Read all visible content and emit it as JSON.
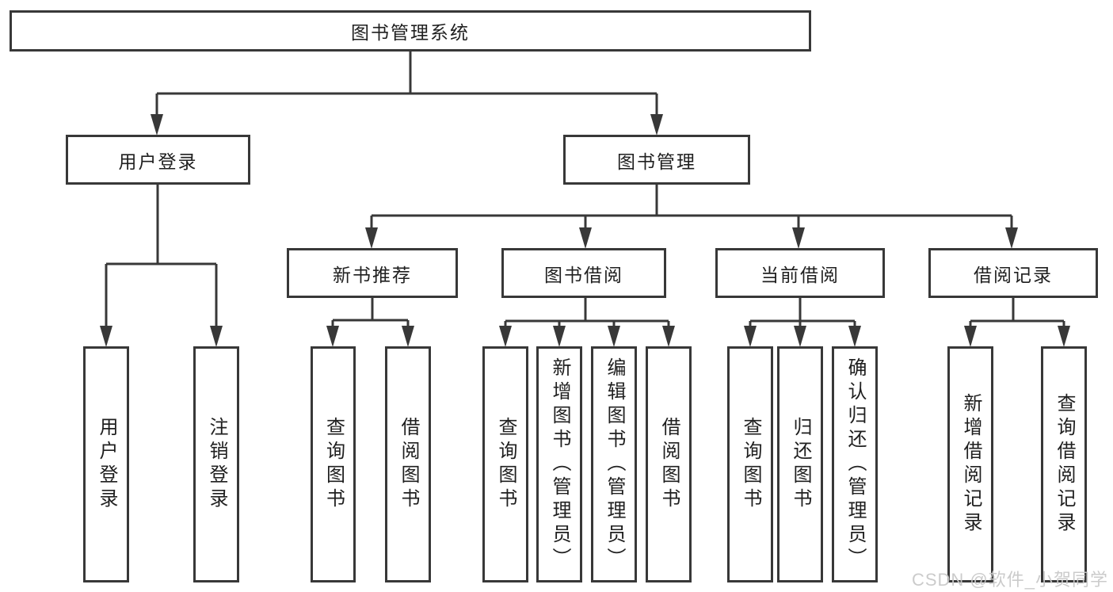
{
  "colors": {
    "line": "#383838",
    "text": "#1f1f1f",
    "background": "#ffffff",
    "watermark": "#c9c9c9"
  },
  "watermark": "CSDN @软件_小贺同学",
  "tree": {
    "label": "图书管理系统",
    "children": [
      {
        "label": "用户登录",
        "children": [
          {
            "label": "用户登录"
          },
          {
            "label": "注销登录"
          }
        ]
      },
      {
        "label": "图书管理",
        "children": [
          {
            "label": "新书推荐",
            "children": [
              {
                "label": "查询图书"
              },
              {
                "label": "借阅图书"
              }
            ]
          },
          {
            "label": "图书借阅",
            "children": [
              {
                "label": "查询图书"
              },
              {
                "label": "新增图书（管理员）"
              },
              {
                "label": "编辑图书（管理员）"
              },
              {
                "label": "借阅图书"
              }
            ]
          },
          {
            "label": "当前借阅",
            "children": [
              {
                "label": "查询图书"
              },
              {
                "label": "归还图书"
              },
              {
                "label": "确认归还（管理员）"
              }
            ]
          },
          {
            "label": "借阅记录",
            "children": [
              {
                "label": "新增借阅记录"
              },
              {
                "label": "查询借阅记录"
              }
            ]
          }
        ]
      }
    ]
  }
}
